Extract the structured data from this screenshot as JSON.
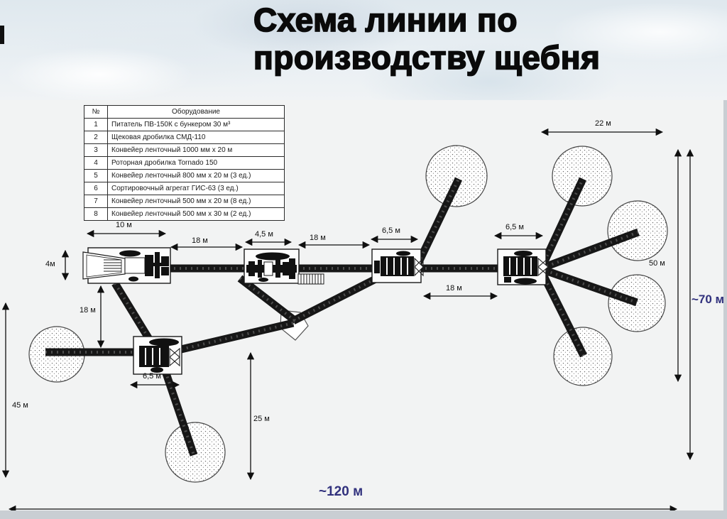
{
  "slide": {
    "title_line1": "Схема линии по",
    "title_line2": "производству щебня"
  },
  "equipment_table": {
    "col_no": "№",
    "col_equipment": "Оборудование",
    "rows": [
      {
        "no": "1",
        "name": "Питатель ПВ-150К с бункером 30 м³"
      },
      {
        "no": "2",
        "name": "Щековая дробилка СМД-110"
      },
      {
        "no": "3",
        "name": "Конвейер ленточный 1000 мм x 20 м"
      },
      {
        "no": "4",
        "name": "Роторная дробилка Tornado 150"
      },
      {
        "no": "5",
        "name": "Конвейер ленточный 800 мм x 20 м (3 ед.)"
      },
      {
        "no": "6",
        "name": "Сортировочный агрегат ГИС-63 (3 ед.)"
      },
      {
        "no": "7",
        "name": "Конвейер ленточный 500 мм x 20 м (8 ед.)"
      },
      {
        "no": "8",
        "name": "Конвейер ленточный 500 мм x 30 м (2 ед.)"
      }
    ]
  },
  "dimensions": {
    "feeder_width": "10 м",
    "feeder_height": "4м",
    "gap_feeder_tornado": "18 м",
    "tornado_width": "4,5 м",
    "gap_tornado_screen1": "18 м",
    "screen1_width": "6,5 м",
    "screen2_width": "6,5 м",
    "top_right_span": "22 м",
    "gap_screen1_screen2": "18 м",
    "drop_feeder_screen3": "18 м",
    "screen3_width": "6,5 м",
    "left_height": "45 м",
    "mid_height": "25 м",
    "right_height": "50 м",
    "total_height": "~70 м",
    "total_width": "~120 м"
  },
  "colors": {
    "accent_navy": "#31317d",
    "line_black": "#141414",
    "sky_blue_grey": "#dfe8ee"
  }
}
